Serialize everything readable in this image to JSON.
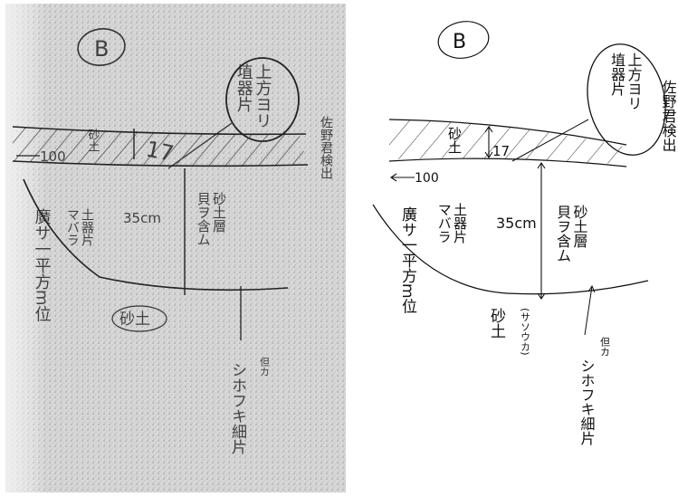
{
  "sheet_marker": "B",
  "layers": {
    "upper_layer_label": "砂土",
    "upper_layer_thickness": "17",
    "width_mark": "100",
    "shell_layer_depth": "35cm",
    "shell_layer_label": "砂土層\n貝ヲ含ム",
    "base_layer_label": "砂土",
    "base_layer_note": "(サソウカ)"
  },
  "annotations": {
    "circled_note": "上方ヨリ\n埴器片",
    "finder_note": "佐野君検出",
    "pottery_note": "土器片\nマバラ",
    "extent_note": "廣サ一平方m位",
    "shell_note_mark": "但カ",
    "shell_note": "シホフキ細片"
  }
}
